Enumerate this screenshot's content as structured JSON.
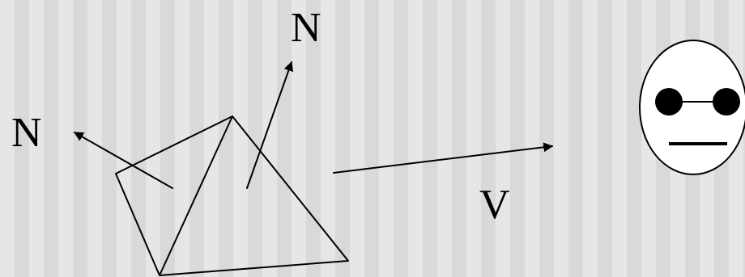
{
  "diagram": {
    "labels": {
      "normal_left": "N",
      "normal_top": "N",
      "view_vector": "V"
    },
    "colors": {
      "stripe_light": "#e6e6e6",
      "stripe_dark": "#d9d9d9",
      "ink": "#000000",
      "face_fill": "#ffffff"
    },
    "icons": {
      "viewer": "face-icon"
    }
  }
}
